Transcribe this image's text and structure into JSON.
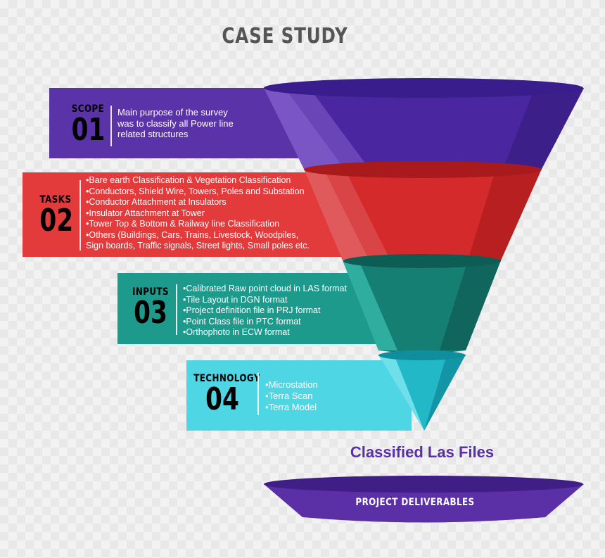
{
  "title": "CASE STUDY",
  "colors": {
    "scope": "#5b33a8",
    "tasks": "#e33a3c",
    "inputs": "#1e9a8c",
    "technology": "#4fd6e4",
    "deliverables": "#5b2fa6",
    "title_text": "#555555"
  },
  "sections": [
    {
      "label": "SCOPE",
      "number": "01",
      "text": "Main purpose of the survey was to classify all Power line related structures"
    },
    {
      "label": "TASKS",
      "number": "02",
      "items": [
        "Bare earth Classification & Vegetation Classification",
        "Conductors, Shield Wire, Towers, Poles and Substation",
        "Conductor Attachment at Insulators",
        "Insulator Attachment at Tower",
        "Tower Top & Bottom & Railway line Classification",
        "Others (Buildings, Cars, Trains, Livestock, Woodpiles,"
      ],
      "continuation": "Sign boards, Traffic signals, Street lights, Small poles etc."
    },
    {
      "label": "INPUTS",
      "number": "03",
      "items": [
        "Calibrated Raw point cloud in LAS format",
        "Tile Layout in DGN format",
        "Project definition file in PRJ format",
        "Point Class file in PTC format",
        "Orthophoto in ECW format"
      ]
    },
    {
      "label": "TECHNOLOGY",
      "number": "04",
      "items": [
        "Microstation",
        "Terra Scan",
        "Terra Model"
      ]
    }
  ],
  "output": "Classified Las Files",
  "deliverables": "PROJECT DELIVERABLES"
}
